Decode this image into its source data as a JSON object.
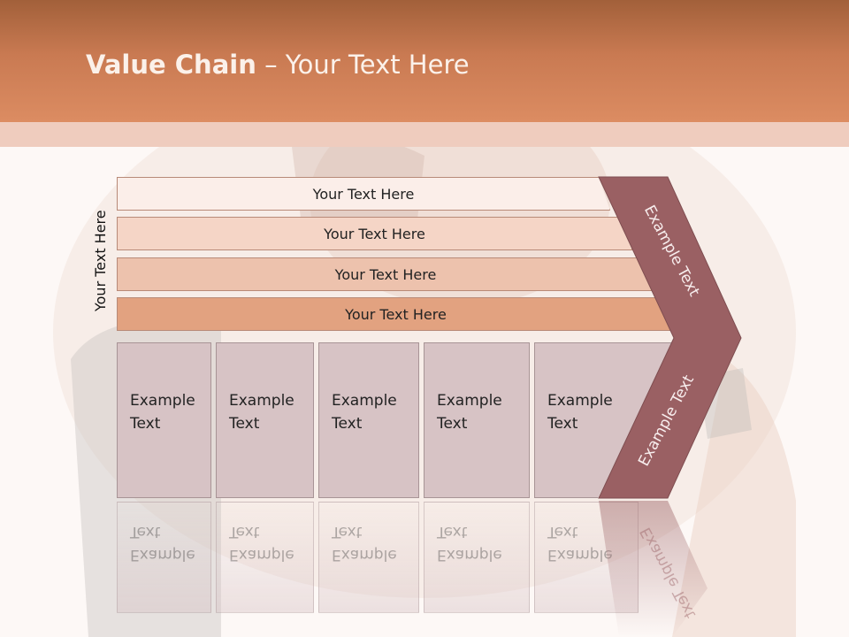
{
  "header": {
    "title_bold": "Value Chain",
    "title_rest": " – Your Text Here",
    "bg_color": "#c97a52"
  },
  "side_label": "Your Text Here",
  "bars": [
    {
      "label": "Your Text Here",
      "color": "#fbeee9"
    },
    {
      "label": "Your Text Here",
      "color": "#f5d5c6"
    },
    {
      "label": "Your Text Here",
      "color": "#edc2ad"
    },
    {
      "label": "Your Text Here",
      "color": "#e2a280"
    }
  ],
  "columns": [
    {
      "line1": "Example",
      "line2": "Text"
    },
    {
      "line1": "Example",
      "line2": "Text"
    },
    {
      "line1": "Example",
      "line2": "Text"
    },
    {
      "line1": "Example",
      "line2": "Text"
    },
    {
      "line1": "Example",
      "line2": "Text"
    }
  ],
  "chevron": {
    "upper_label": "Example Text",
    "lower_label": "Example Text",
    "color": "#9a6063"
  }
}
